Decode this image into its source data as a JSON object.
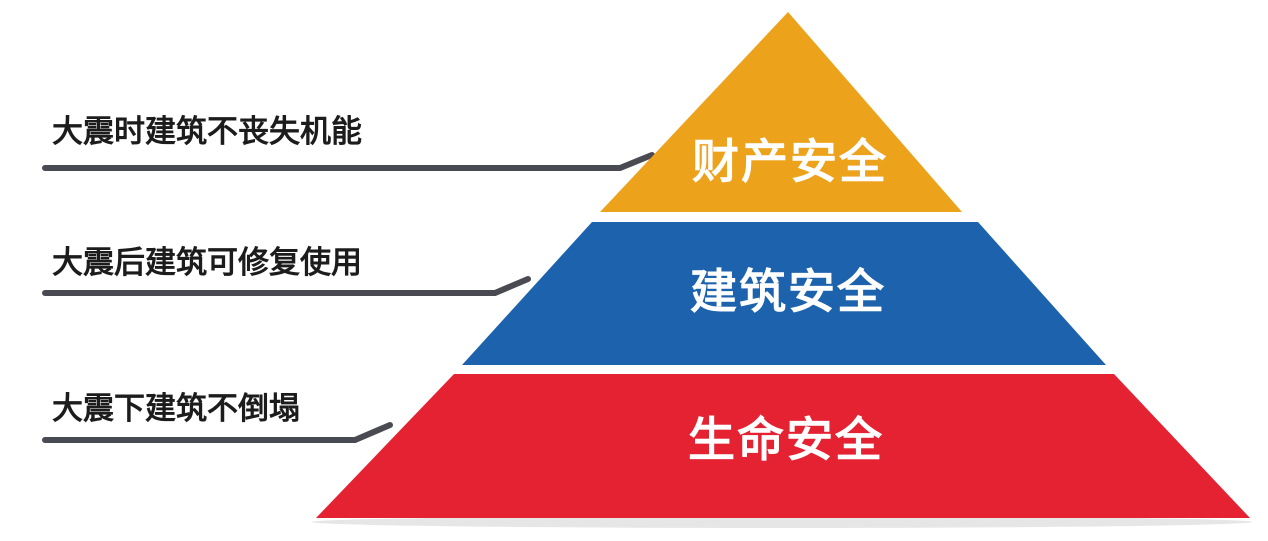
{
  "pyramid": {
    "tiers": [
      {
        "label": "财产安全",
        "color": "#eca21a"
      },
      {
        "label": "建筑安全",
        "color": "#1d62ac"
      },
      {
        "label": "生命安全",
        "color": "#e42231"
      }
    ]
  },
  "annotations": [
    {
      "text": "大震时建筑不丧失机能"
    },
    {
      "text": "大震后建筑可修复使用"
    },
    {
      "text": "大震下建筑不倒塌"
    }
  ],
  "colors": {
    "leader_line": "#4a4a52",
    "label_text": "#1c1c1c",
    "tier_text": "#ffffff"
  }
}
